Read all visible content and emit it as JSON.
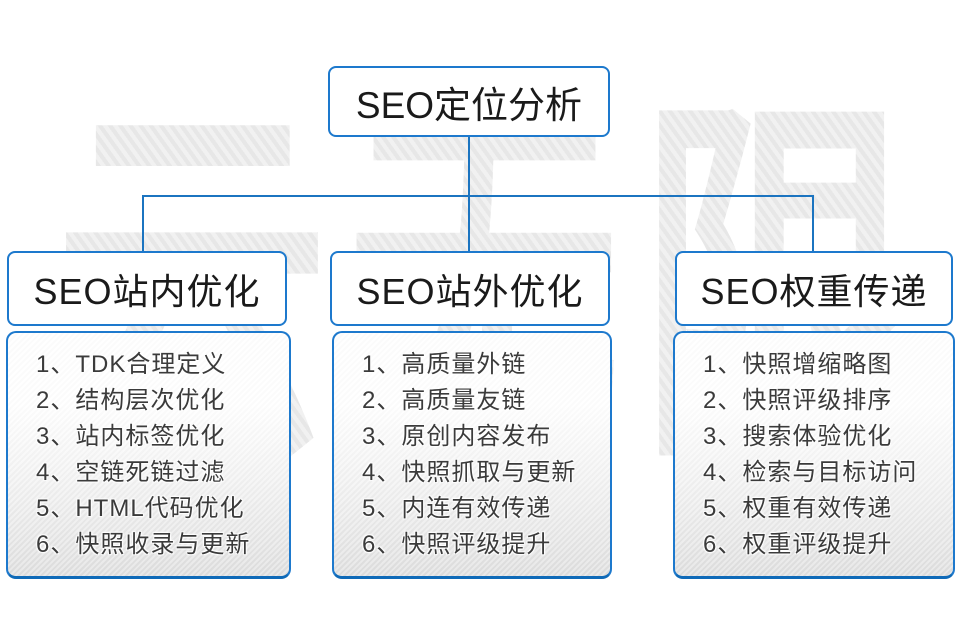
{
  "diagram": {
    "root_title": "SEO定位分析",
    "watermark": "云无限",
    "colors": {
      "box_border_blue": "#1d79cd",
      "connector_blue": "#1b74c0",
      "panel_gradient_bottom": "#dfdfdf",
      "text_dark": "#1a1a1a",
      "list_text": "#3b3b3b",
      "watermark_gray": "#ececec"
    },
    "columns": [
      {
        "title": "SEO站内优化",
        "items": [
          "1、TDK合理定义",
          "2、结构层次优化",
          "3、站内标签优化",
          "4、空链死链过滤",
          "5、HTML代码优化",
          "6、快照收录与更新"
        ]
      },
      {
        "title": "SEO站外优化",
        "items": [
          "1、高质量外链",
          "2、高质量友链",
          "3、原创内容发布",
          "4、快照抓取与更新",
          "5、内连有效传递",
          "6、快照评级提升"
        ]
      },
      {
        "title": "SEO权重传递",
        "items": [
          "1、快照增缩略图",
          "2、快照评级排序",
          "3、搜索体验优化",
          "4、检索与目标访问",
          "5、权重有效传递",
          "6、权重评级提升"
        ]
      }
    ]
  }
}
